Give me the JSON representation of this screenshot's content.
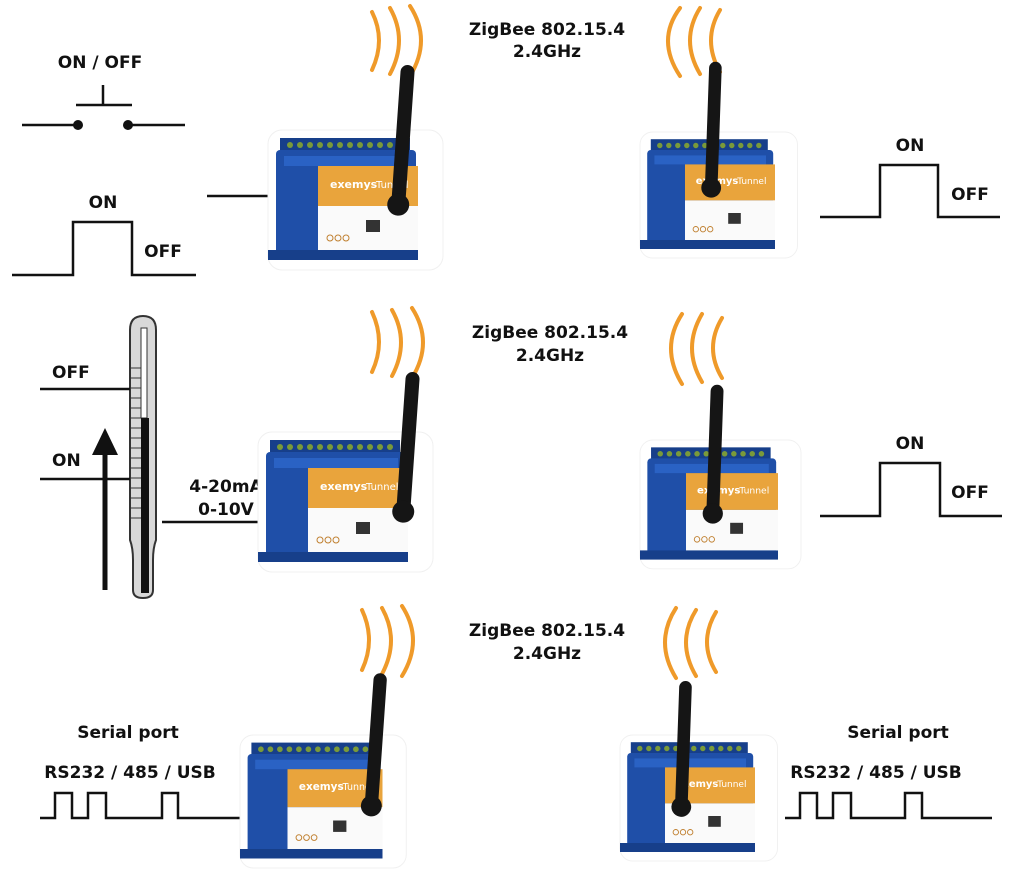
{
  "links": [
    {
      "protocol": "ZigBee 802.15.4",
      "band": "2.4GHz"
    },
    {
      "protocol": "ZigBee 802.15.4",
      "band": "2.4GHz"
    },
    {
      "protocol": "ZigBee 802.15.4",
      "band": "2.4GHz"
    }
  ],
  "row1": {
    "switch_label": "ON / OFF",
    "left_on": "ON",
    "left_off": "OFF",
    "right_on": "ON",
    "right_off": "OFF"
  },
  "row2": {
    "thermo_off": "OFF",
    "thermo_on": "ON",
    "signal_line1": "4-20mA",
    "signal_line2": "0-10V",
    "right_on": "ON",
    "right_off": "OFF"
  },
  "row3": {
    "left_title": "Serial port",
    "left_ports": "RS232 / 485 / USB",
    "right_title": "Serial port",
    "right_ports": "RS232 / 485 / USB"
  },
  "device": {
    "brand": "exemys",
    "model": "Tunnel"
  },
  "colors": {
    "device_blue": "#1f4fa8",
    "label_orange": "#e9a43c",
    "radio_wave": "#ef9a2a",
    "antenna": "#151515"
  }
}
